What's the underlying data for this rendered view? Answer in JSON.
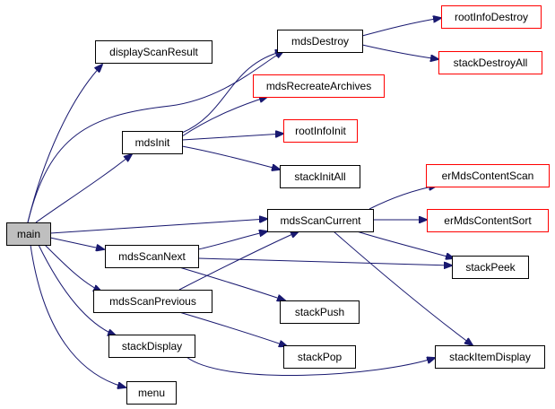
{
  "colors": {
    "edge": "#191970",
    "arrowhead": "#191970",
    "box_border_normal": "#000000",
    "box_border_external": "#ff0000",
    "box_fill_normal": "#ffffff",
    "box_fill_root": "#bfbfbf"
  },
  "nodes": [
    {
      "id": "main",
      "label": "main",
      "kind": "root"
    },
    {
      "id": "displayScanResult",
      "label": "displayScanResult",
      "kind": "normal"
    },
    {
      "id": "mdsInit",
      "label": "mdsInit",
      "kind": "normal"
    },
    {
      "id": "mdsDestroy",
      "label": "mdsDestroy",
      "kind": "normal"
    },
    {
      "id": "rootInfoDestroy",
      "label": "rootInfoDestroy",
      "kind": "external"
    },
    {
      "id": "stackDestroyAll",
      "label": "stackDestroyAll",
      "kind": "external"
    },
    {
      "id": "mdsRecreateArchives",
      "label": "mdsRecreateArchives",
      "kind": "external"
    },
    {
      "id": "rootInfoInit",
      "label": "rootInfoInit",
      "kind": "external"
    },
    {
      "id": "stackInitAll",
      "label": "stackInitAll",
      "kind": "normal"
    },
    {
      "id": "mdsScanCurrent",
      "label": "mdsScanCurrent",
      "kind": "normal"
    },
    {
      "id": "erMdsContentScan",
      "label": "erMdsContentScan",
      "kind": "external"
    },
    {
      "id": "erMdsContentSort",
      "label": "erMdsContentSort",
      "kind": "external"
    },
    {
      "id": "mdsScanNext",
      "label": "mdsScanNext",
      "kind": "normal"
    },
    {
      "id": "stackPeek",
      "label": "stackPeek",
      "kind": "normal"
    },
    {
      "id": "mdsScanPrevious",
      "label": "mdsScanPrevious",
      "kind": "normal"
    },
    {
      "id": "stackPush",
      "label": "stackPush",
      "kind": "normal"
    },
    {
      "id": "stackDisplay",
      "label": "stackDisplay",
      "kind": "normal"
    },
    {
      "id": "stackPop",
      "label": "stackPop",
      "kind": "normal"
    },
    {
      "id": "stackItemDisplay",
      "label": "stackItemDisplay",
      "kind": "normal"
    },
    {
      "id": "menu",
      "label": "menu",
      "kind": "normal"
    }
  ],
  "edges": [
    {
      "from": "main",
      "to": "displayScanResult"
    },
    {
      "from": "main",
      "to": "mdsDestroy"
    },
    {
      "from": "main",
      "to": "mdsInit"
    },
    {
      "from": "main",
      "to": "mdsScanCurrent"
    },
    {
      "from": "main",
      "to": "mdsScanNext"
    },
    {
      "from": "main",
      "to": "mdsScanPrevious"
    },
    {
      "from": "main",
      "to": "stackDisplay"
    },
    {
      "from": "main",
      "to": "menu"
    },
    {
      "from": "mdsDestroy",
      "to": "rootInfoDestroy"
    },
    {
      "from": "mdsDestroy",
      "to": "stackDestroyAll"
    },
    {
      "from": "mdsInit",
      "to": "mdsDestroy"
    },
    {
      "from": "mdsInit",
      "to": "mdsRecreateArchives"
    },
    {
      "from": "mdsInit",
      "to": "rootInfoInit"
    },
    {
      "from": "mdsInit",
      "to": "stackInitAll"
    },
    {
      "from": "mdsScanCurrent",
      "to": "erMdsContentScan"
    },
    {
      "from": "mdsScanCurrent",
      "to": "erMdsContentSort"
    },
    {
      "from": "mdsScanCurrent",
      "to": "stackPeek"
    },
    {
      "from": "mdsScanCurrent",
      "to": "stackItemDisplay"
    },
    {
      "from": "mdsScanNext",
      "to": "mdsScanCurrent"
    },
    {
      "from": "mdsScanNext",
      "to": "stackPeek"
    },
    {
      "from": "mdsScanNext",
      "to": "stackPush"
    },
    {
      "from": "mdsScanPrevious",
      "to": "mdsScanCurrent"
    },
    {
      "from": "mdsScanPrevious",
      "to": "stackPop"
    },
    {
      "from": "stackDisplay",
      "to": "stackItemDisplay"
    }
  ]
}
